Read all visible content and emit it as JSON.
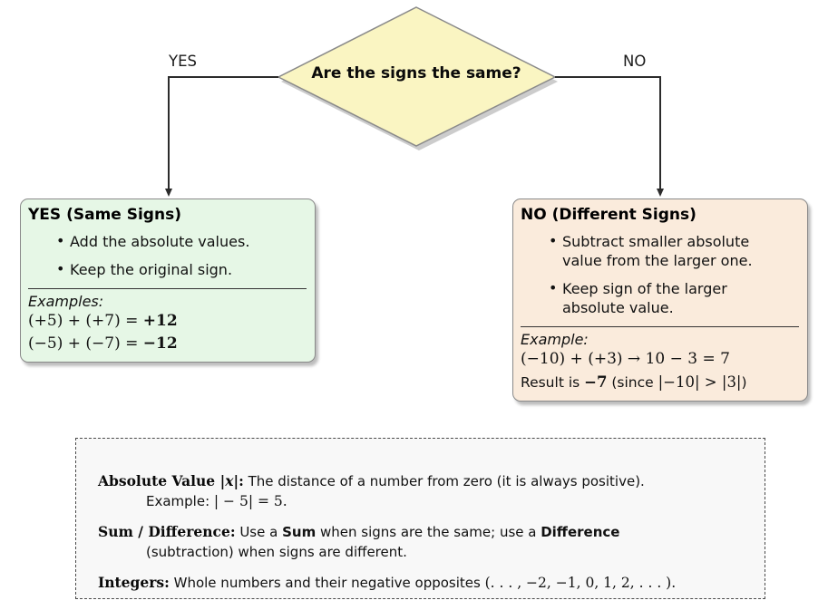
{
  "colors": {
    "diamond_fill": "#FAF5C2",
    "yes_box_fill": "#E6F7E6",
    "no_box_fill": "#FAEBDC",
    "box_border": "#898989",
    "connector_line": "#2B2B2B",
    "glossary_background": "#F8F8F8",
    "glossary_border": "#4A4A4A"
  },
  "flowchart": {
    "decision_question": "Are the signs the same?",
    "yes_label": "YES",
    "no_label": "NO",
    "yes_box": {
      "title": "YES (Same Signs)",
      "bullets": [
        "Add the absolute values.",
        "Keep the original sign."
      ],
      "examples_label": "Examples:",
      "example1_expr": "(+5) + (+7) = ",
      "example1_result": "+12",
      "example2_expr": "(−5) + (−7) = ",
      "example2_result": "−12"
    },
    "no_box": {
      "title": "NO (Different Signs)",
      "bullets": [
        "Subtract smaller absolute value from the larger one.",
        "Keep sign of the larger absolute value."
      ],
      "example_label": "Example:",
      "example_expr": "(−10) + (+3) → 10 − 3 = 7",
      "result_prefix": "Result is ",
      "result_value": "−7",
      "result_mid": " (since ",
      "result_math": "|−10| > |3|",
      "result_suffix": ")"
    }
  },
  "glossary": {
    "entry1": {
      "term_pre": "Absolute Value ",
      "term_math": "|x|",
      "term_post": ":",
      "definition": " The distance of a number from zero (it is always positive).",
      "example_label": "Example: ",
      "example_math": "| − 5| = 5."
    },
    "entry2": {
      "term": "Sum / Difference:",
      "def_part1": " Use a ",
      "def_bold1": "Sum",
      "def_part2": " when signs are the same; use a ",
      "def_bold2": "Difference",
      "line2": "(subtraction) when signs are different."
    },
    "entry3": {
      "term": "Integers:",
      "def_part1": " Whole numbers and their negative opposites ",
      "def_math": "(. . . , −2, −1, 0, 1, 2, . . . )."
    }
  }
}
